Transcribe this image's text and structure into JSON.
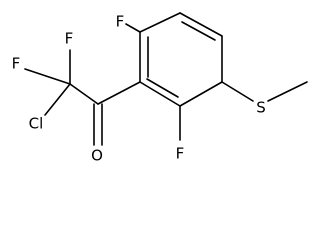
{
  "molecule": {
    "atoms": {
      "f_ring_top": "F",
      "f_ring_bottom": "F",
      "f_alpha": "F",
      "cl_alpha": "Cl",
      "o_carbonyl": "O",
      "s_methylthio": "S"
    }
  }
}
